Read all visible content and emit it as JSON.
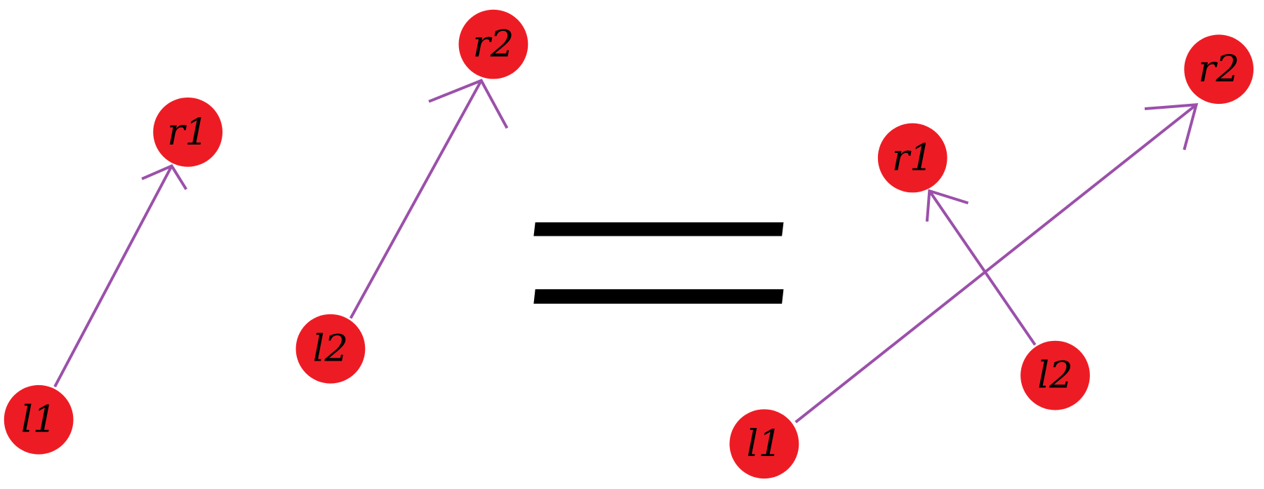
{
  "colors": {
    "node": "#ed1c24",
    "edge": "#9b50aa",
    "equals": "#000000"
  },
  "left_diagram": {
    "nodes": [
      {
        "id": "l1",
        "label": "l1"
      },
      {
        "id": "r1",
        "label": "r1"
      },
      {
        "id": "l2",
        "label": "l2"
      },
      {
        "id": "r2",
        "label": "r2"
      }
    ],
    "edges": [
      {
        "from": "l1",
        "to": "r1"
      },
      {
        "from": "l2",
        "to": "r2"
      }
    ]
  },
  "right_diagram": {
    "nodes": [
      {
        "id": "r1",
        "label": "r1"
      },
      {
        "id": "r2",
        "label": "r2"
      },
      {
        "id": "l2",
        "label": "l2"
      },
      {
        "id": "l1",
        "label": "l1"
      }
    ],
    "edges": [
      {
        "from": "l2",
        "to": "r1"
      },
      {
        "from": "l1",
        "to": "r2"
      }
    ]
  },
  "relation": "equals"
}
